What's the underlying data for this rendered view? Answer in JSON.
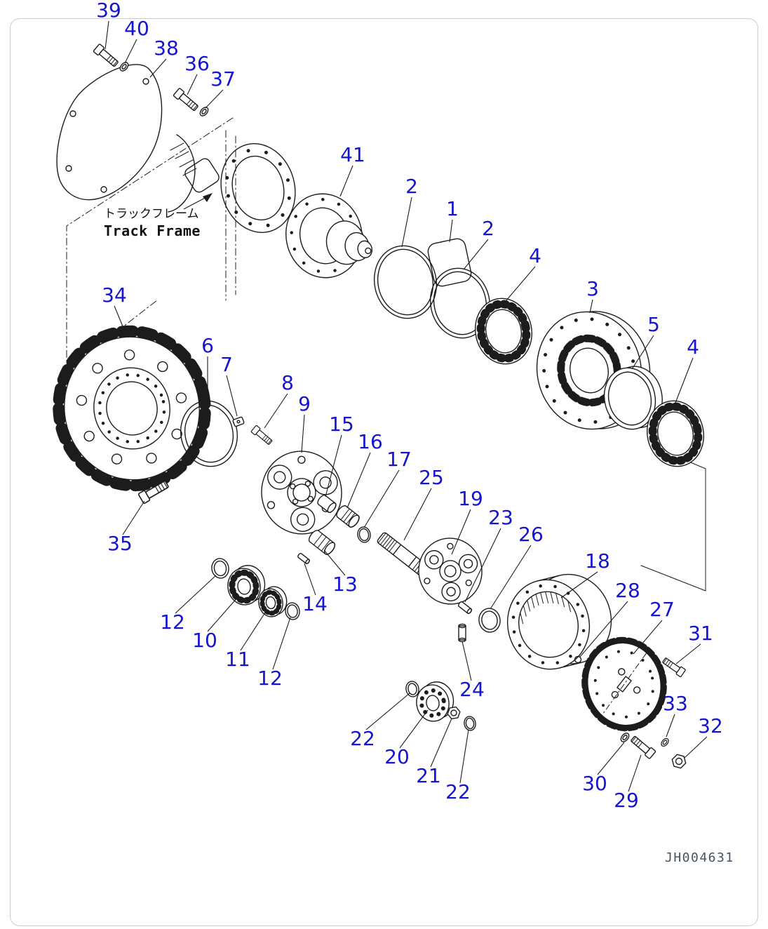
{
  "colors": {
    "callout": "#1515cf",
    "line": "#1c1c1c",
    "label": "#111111",
    "dwg": "#49525e",
    "page_bg": "#ffffff",
    "border": "#c9ccd1"
  },
  "labels": {
    "track_frame_jp": "トラックフレーム",
    "track_frame_en": "Track Frame",
    "drawing_number": "JH004631"
  },
  "callouts": [
    {
      "label": "39"
    },
    {
      "label": "40"
    },
    {
      "label": "38"
    },
    {
      "label": "36"
    },
    {
      "label": "37"
    },
    {
      "label": "41"
    },
    {
      "label": "2"
    },
    {
      "label": "1"
    },
    {
      "label": "2"
    },
    {
      "label": "4"
    },
    {
      "label": "3"
    },
    {
      "label": "5"
    },
    {
      "label": "4"
    },
    {
      "label": "34"
    },
    {
      "label": "6"
    },
    {
      "label": "7"
    },
    {
      "label": "8"
    },
    {
      "label": "9"
    },
    {
      "label": "15"
    },
    {
      "label": "16"
    },
    {
      "label": "17"
    },
    {
      "label": "25"
    },
    {
      "label": "19"
    },
    {
      "label": "23"
    },
    {
      "label": "26"
    },
    {
      "label": "18"
    },
    {
      "label": "28"
    },
    {
      "label": "27"
    },
    {
      "label": "31"
    },
    {
      "label": "35"
    },
    {
      "label": "12"
    },
    {
      "label": "10"
    },
    {
      "label": "11"
    },
    {
      "label": "12"
    },
    {
      "label": "14"
    },
    {
      "label": "13"
    },
    {
      "label": "24"
    },
    {
      "label": "22"
    },
    {
      "label": "20"
    },
    {
      "label": "21"
    },
    {
      "label": "22"
    },
    {
      "label": "30"
    },
    {
      "label": "29"
    },
    {
      "label": "33"
    },
    {
      "label": "32"
    }
  ]
}
